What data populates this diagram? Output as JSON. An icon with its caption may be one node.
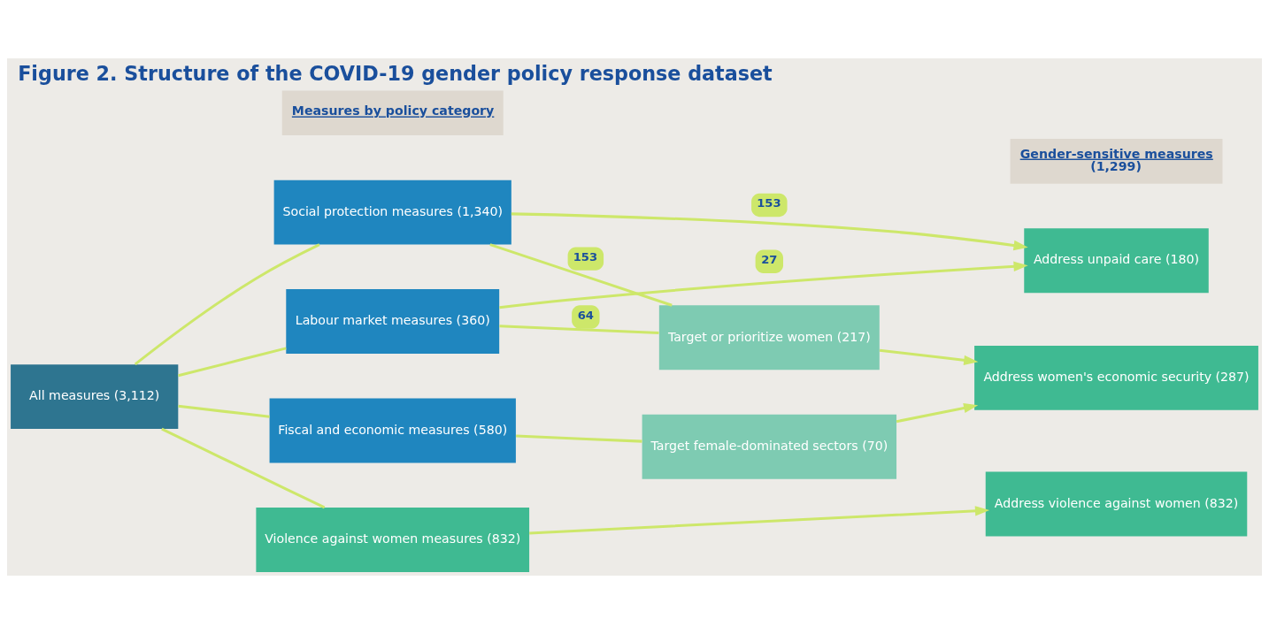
{
  "diagram": {
    "title": "Figure 2. Structure of the COVID-19 gender policy response dataset",
    "nodes": [
      {
        "text": [
          "All measures (3,112)"
        ]
      },
      {
        "text": [
          "Measures by policy category"
        ]
      },
      {
        "text": [
          "Social protection measures (1,340)"
        ]
      },
      {
        "text": [
          "Labour market measures (360)"
        ]
      },
      {
        "text": [
          "Fiscal and economic measures (580)"
        ]
      },
      {
        "text": [
          "Violence against women measures (832)"
        ]
      },
      {
        "text": [
          "Target or prioritize women (217)"
        ]
      },
      {
        "text": [
          "Target female-dominated sectors (70)"
        ]
      },
      {
        "text": [
          "Gender-sensitive measures",
          "(1,299)"
        ]
      },
      {
        "text": [
          "Address unpaid care (180)"
        ]
      },
      {
        "text": [
          "Address women's economic security (287)"
        ]
      },
      {
        "text": [
          "Address violence against women (832)"
        ]
      }
    ],
    "edges": [
      {
        "from": 0,
        "to": 2,
        "arrow": "none"
      },
      {
        "from": 0,
        "to": 3,
        "arrow": "none"
      },
      {
        "from": 0,
        "to": 4,
        "arrow": "none"
      },
      {
        "from": 0,
        "to": 5,
        "arrow": "none"
      },
      {
        "from": 2,
        "to": 9,
        "arrow": "to",
        "label": "153"
      },
      {
        "from": 2,
        "to": 6,
        "arrow": "none",
        "label": "153"
      },
      {
        "from": 3,
        "to": 9,
        "arrow": "to",
        "label": "27"
      },
      {
        "from": 3,
        "to": 6,
        "arrow": "none",
        "label": "64"
      },
      {
        "from": 4,
        "to": 7,
        "arrow": "none"
      },
      {
        "from": 6,
        "to": 10,
        "arrow": "to"
      },
      {
        "from": 7,
        "to": 10,
        "arrow": "to"
      },
      {
        "from": 5,
        "to": 11,
        "arrow": "to"
      }
    ]
  }
}
